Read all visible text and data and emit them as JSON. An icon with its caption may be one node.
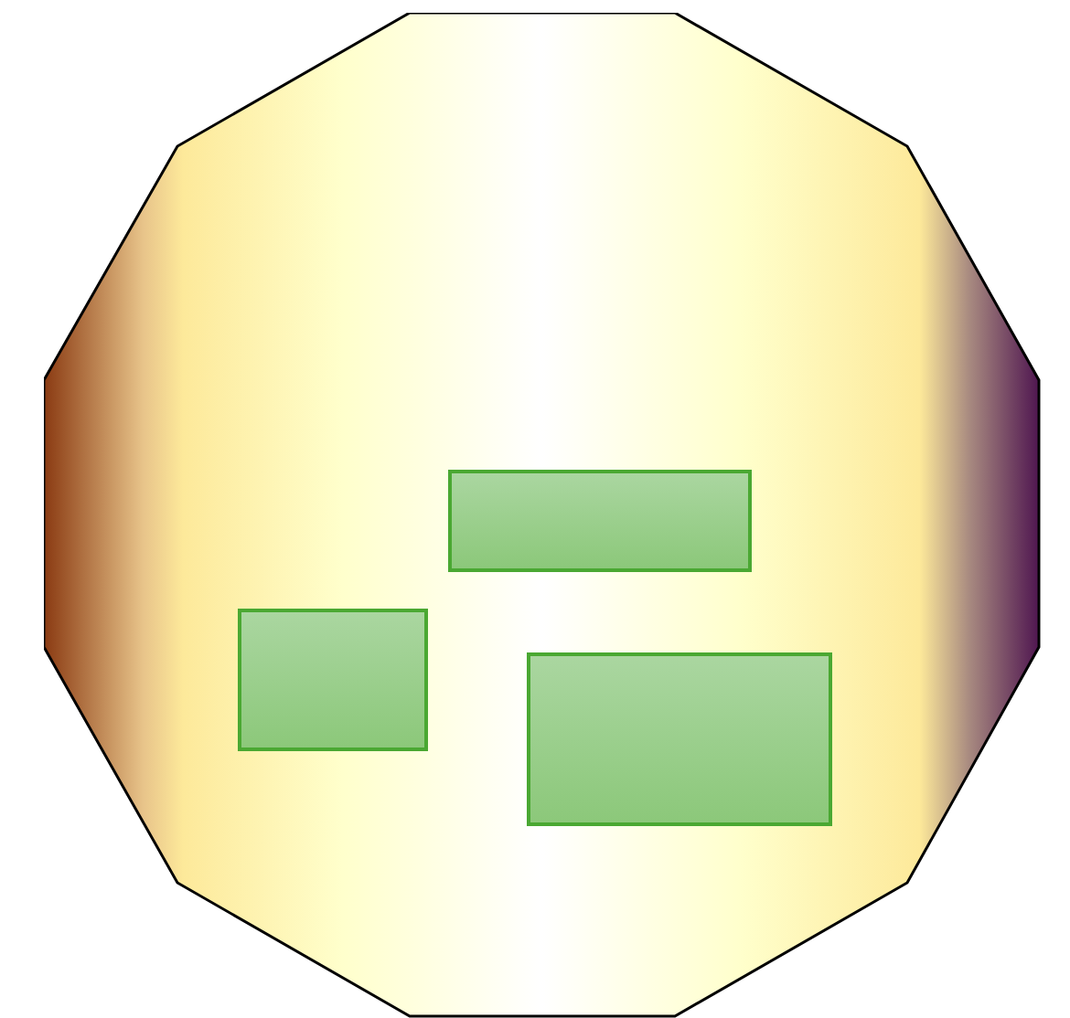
{
  "diagram": {
    "nodes": [
      {
        "text": [],
        "shape": "dodecagon"
      },
      {
        "text": [],
        "shape": "box",
        "in": 0
      },
      {
        "text": [],
        "shape": "box",
        "in": 0
      },
      {
        "text": [],
        "shape": "box",
        "in": 0
      }
    ]
  }
}
